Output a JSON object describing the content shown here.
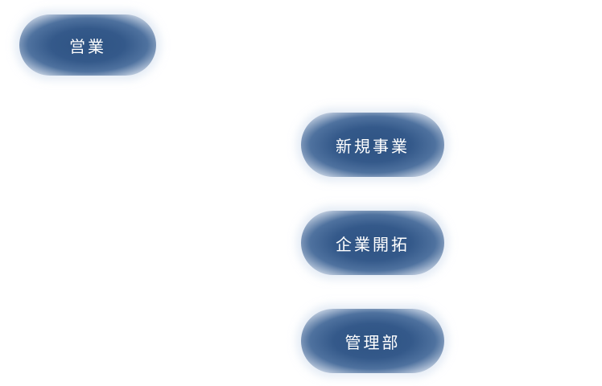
{
  "nodes": {
    "sales": {
      "label": "営業"
    },
    "new_business": {
      "label": "新規事業"
    },
    "business_development": {
      "label": "企業開拓"
    },
    "management": {
      "label": "管理部"
    }
  },
  "colors": {
    "node_fill": "#2e5383",
    "node_text": "#ffffff",
    "background": "#ffffff"
  }
}
